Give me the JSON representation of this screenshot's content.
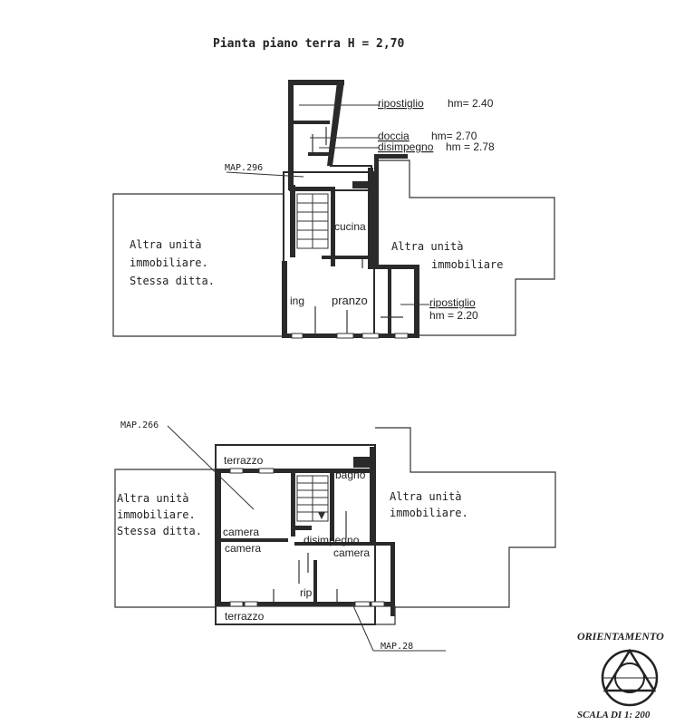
{
  "title": "Pianta piano terra H = 2,70",
  "ground_floor": {
    "labels": {
      "ripostiglio_top": "ripostiglio",
      "ripostiglio_top_hm": "hm= 2.40",
      "doccia": "doccia",
      "doccia_hm": "hm= 2.70",
      "disimpegno": "disimpegno",
      "disimpegno_hm": "hm = 2.78",
      "map_ref": "MAP.296",
      "cucina": "cucina",
      "ing": "ing",
      "pranzo": "pranzo",
      "ripostiglio_bottom": "ripostiglio",
      "ripostiglio_bottom_hm": "hm = 2.20"
    },
    "left_unit": [
      "Altra unità",
      "immobiliare.",
      "Stessa ditta."
    ],
    "right_unit": [
      "Altra unità",
      "immobiliare"
    ]
  },
  "first_floor": {
    "labels": {
      "map_ref": "MAP.266",
      "terrazzo_top": "terrazzo",
      "bagno": "bagno",
      "camera_left_upper": "camera",
      "camera_left_lower": "camera",
      "disimpegno": "disimpegno",
      "camera_right": "camera",
      "rip": "rip",
      "terrazzo_bottom": "terrazzo",
      "map_ref_bottom": "MAP.28"
    },
    "left_unit": [
      "Altra unità",
      "immobiliare.",
      "Stessa ditta."
    ],
    "right_unit": [
      "Altra unità",
      "immobiliare."
    ]
  },
  "orientation": {
    "label": "ORIENTAMENTO",
    "scale": "SCALA DI 1: 200"
  }
}
